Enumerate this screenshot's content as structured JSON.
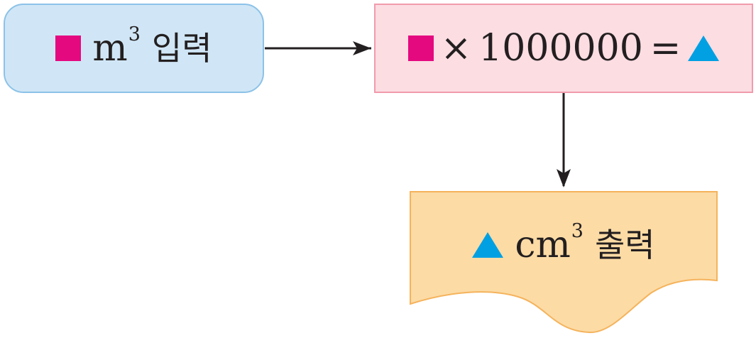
{
  "input": {
    "unit": "m",
    "exponent": "3",
    "action": "입력"
  },
  "process": {
    "operator": "×",
    "factor": "1000000",
    "equals": "="
  },
  "output": {
    "unit": "cm",
    "exponent": "3",
    "action": "출력"
  },
  "colors": {
    "square": "#e5097f",
    "triangle": "#00a0e3",
    "input_fill": "#d0e6f6",
    "input_border": "#8cc2e8",
    "process_fill": "#fbdde2",
    "process_border": "#f19bab",
    "output_fill": "#fcdba5",
    "output_border": "#f5b35c",
    "arrow": "#231f20"
  },
  "symbols": {
    "square": "square-icon",
    "triangle": "triangle-icon"
  }
}
